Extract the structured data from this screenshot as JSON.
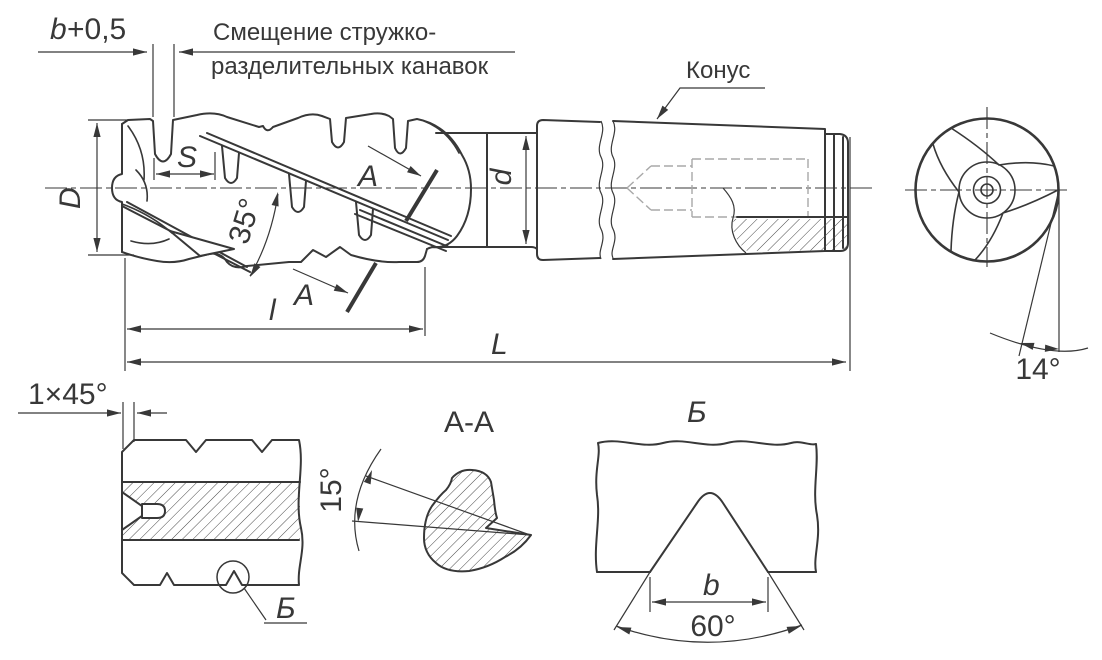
{
  "colors": {
    "line": "#383838",
    "hidden": "#a8a8a8",
    "paper": "#ffffff",
    "hatch": "#4a4a4a"
  },
  "main_view": {
    "chip_groove_width": {
      "variable": "b",
      "tolerance": "+0,5"
    },
    "chip_groove_note": [
      "Смещение стружко-",
      "разделительных канавок"
    ],
    "taper_label": "Конус",
    "outer_diameter": "D",
    "pitch": "S",
    "helix_angle": "35°",
    "section_cut_label": "A",
    "neck_diameter": "d",
    "flute_length": "l",
    "overall_length": "L"
  },
  "end_view": {
    "rake_angle": "14°"
  },
  "front_detail": {
    "chamfer": "1×45°",
    "detail_callout": "Б"
  },
  "section_view": {
    "title": "A-A",
    "relief_angle": "15°"
  },
  "groove_detail": {
    "title": "Б",
    "groove_width": "b",
    "groove_angle": "60°"
  }
}
